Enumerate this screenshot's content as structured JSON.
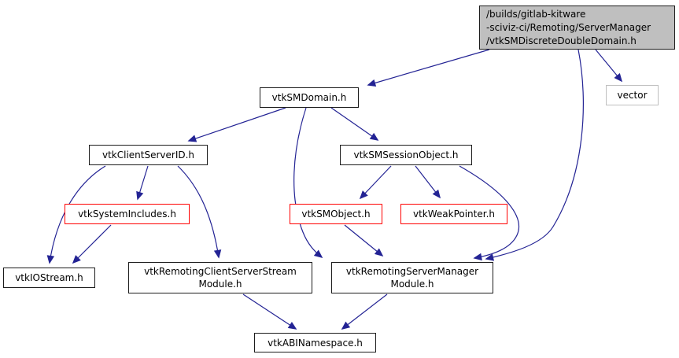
{
  "diagram": {
    "type": "include-dependency-graph",
    "colors": {
      "edge": "#232394",
      "main_node_fill": "#bfbfbf",
      "node_border": "#1c1c1c",
      "truncated_node_border": "#ff0000",
      "external_node_border": "#bfbfbf",
      "text": "#000000",
      "background": "#ffffff"
    },
    "nodes": {
      "main": {
        "lines": [
          "/builds/gitlab-kitware",
          "-sciviz-ci/Remoting/ServerManager",
          "/vtkSMDiscreteDoubleDomain.h"
        ]
      },
      "vector": {
        "label": "vector"
      },
      "sm_domain": {
        "label": "vtkSMDomain.h"
      },
      "client_server_id": {
        "label": "vtkClientServerID.h"
      },
      "sm_session_object": {
        "label": "vtkSMSessionObject.h"
      },
      "system_includes": {
        "label": "vtkSystemIncludes.h"
      },
      "sm_object": {
        "label": "vtkSMObject.h"
      },
      "weak_pointer": {
        "label": "vtkWeakPointer.h"
      },
      "io_stream": {
        "label": "vtkIOStream.h"
      },
      "remoting_client_server_stream_module": {
        "lines": [
          "vtkRemotingClientServerStream",
          "Module.h"
        ]
      },
      "remoting_server_manager_module": {
        "lines": [
          "vtkRemotingServerManager",
          "Module.h"
        ]
      },
      "abi_namespace": {
        "label": "vtkABINamespace.h"
      }
    },
    "edges": [
      {
        "from": "main",
        "to": "sm_domain"
      },
      {
        "from": "main",
        "to": "vector"
      },
      {
        "from": "main",
        "to": "remoting_server_manager_module"
      },
      {
        "from": "sm_domain",
        "to": "client_server_id"
      },
      {
        "from": "sm_domain",
        "to": "sm_session_object"
      },
      {
        "from": "sm_domain",
        "to": "remoting_server_manager_module"
      },
      {
        "from": "client_server_id",
        "to": "io_stream"
      },
      {
        "from": "client_server_id",
        "to": "system_includes"
      },
      {
        "from": "client_server_id",
        "to": "remoting_client_server_stream_module"
      },
      {
        "from": "system_includes",
        "to": "io_stream"
      },
      {
        "from": "sm_session_object",
        "to": "sm_object"
      },
      {
        "from": "sm_session_object",
        "to": "weak_pointer"
      },
      {
        "from": "sm_session_object",
        "to": "remoting_server_manager_module"
      },
      {
        "from": "sm_object",
        "to": "remoting_server_manager_module"
      },
      {
        "from": "remoting_client_server_stream_module",
        "to": "abi_namespace"
      },
      {
        "from": "remoting_server_manager_module",
        "to": "abi_namespace"
      }
    ]
  }
}
